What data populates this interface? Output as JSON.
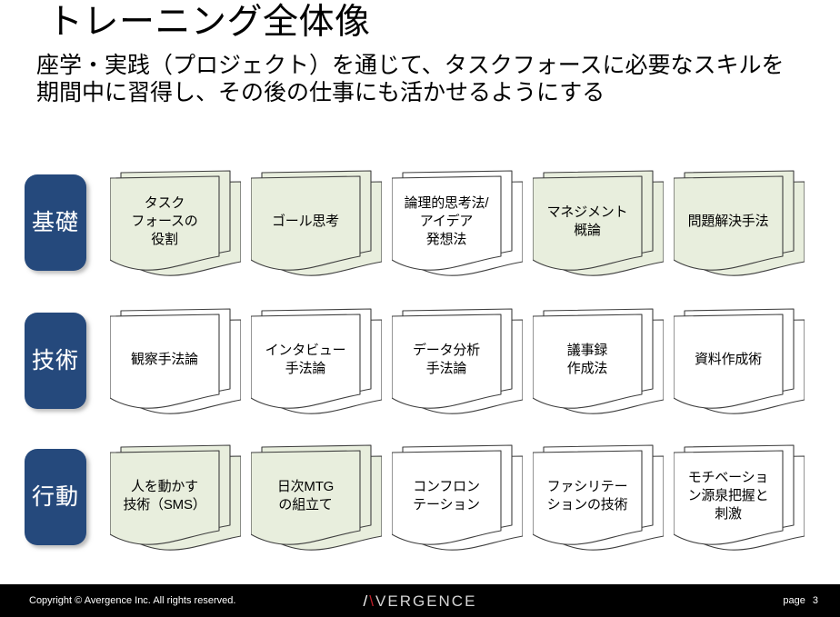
{
  "header": {
    "title": "トレーニング全体像",
    "subtitle_lines": [
      "座学・実践（プロジェクト）を通じて、タスクフォースに必要なスキルを",
      "期間中に習得し、その後の仕事にも活かせるようにする"
    ]
  },
  "colors": {
    "badge_navy": "#25497c",
    "card_green": "#e8eedd",
    "card_white": "#ffffff",
    "card_border": "#3f3f3f",
    "footer_bg": "#000000",
    "logo_red": "#c2202a"
  },
  "matrix": {
    "rows": [
      {
        "badge": "基礎",
        "cards": [
          {
            "label_lines": [
              "タスク",
              "フォースの",
              "役割"
            ],
            "fill": "green"
          },
          {
            "label_lines": [
              "ゴール思考"
            ],
            "fill": "green"
          },
          {
            "label_lines": [
              "論理的思考法/",
              "アイデア",
              "発想法"
            ],
            "fill": "white"
          },
          {
            "label_lines": [
              "マネジメント",
              "概論"
            ],
            "fill": "green"
          },
          {
            "label_lines": [
              "問題解決手法"
            ],
            "fill": "green"
          }
        ]
      },
      {
        "badge": "技術",
        "cards": [
          {
            "label_lines": [
              "観察手法論"
            ],
            "fill": "white"
          },
          {
            "label_lines": [
              "インタビュー",
              "手法論"
            ],
            "fill": "white"
          },
          {
            "label_lines": [
              "データ分析",
              "手法論"
            ],
            "fill": "white"
          },
          {
            "label_lines": [
              "議事録",
              "作成法"
            ],
            "fill": "white"
          },
          {
            "label_lines": [
              "資料作成術"
            ],
            "fill": "white"
          }
        ]
      },
      {
        "badge": "行動",
        "cards": [
          {
            "label_lines": [
              "人を動かす",
              "技術（SMS）"
            ],
            "fill": "green"
          },
          {
            "label_lines": [
              "日次MTG",
              "の組立て"
            ],
            "fill": "green"
          },
          {
            "label_lines": [
              "コンフロン",
              "テーション"
            ],
            "fill": "white"
          },
          {
            "label_lines": [
              "ファシリテー",
              "ションの技術"
            ],
            "fill": "white"
          },
          {
            "label_lines": [
              "モチベーショ",
              "ン源泉把握と",
              "刺激"
            ],
            "fill": "white"
          }
        ]
      }
    ]
  },
  "footer": {
    "copyright": "Copyright © Avergence Inc. All rights reserved.",
    "logo_slash": "/",
    "logo_vee": "\\",
    "logo_word": "VERGENCE",
    "page_label": "page",
    "page_number": "3"
  }
}
